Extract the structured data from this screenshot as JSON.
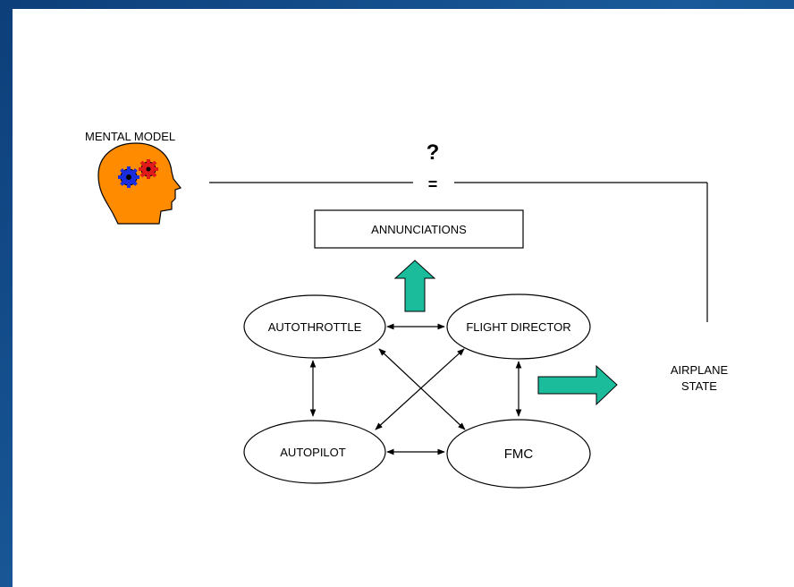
{
  "diagram": {
    "mental_model_label": "MENTAL MODEL",
    "question_mark": "?",
    "equals_sign": "=",
    "annunciations_label": "ANNUNCIATIONS",
    "airplane_state_line1": "AIRPLANE",
    "airplane_state_line2": "STATE",
    "nodes": {
      "autothrottle": "AUTOTHROTTLE",
      "flight_director": "FLIGHT DIRECTOR",
      "autopilot": "AUTOPILOT",
      "fmc": "FMC"
    },
    "colors": {
      "background": "#1a5a9a",
      "arrow_fill": "#1abc9c",
      "head_fill": "#ff8c00",
      "gear_blue": "#1a2ee0",
      "gear_red": "#e01a1a"
    },
    "icons": [
      "head-icon",
      "blue-gear-icon",
      "red-gear-icon"
    ]
  }
}
